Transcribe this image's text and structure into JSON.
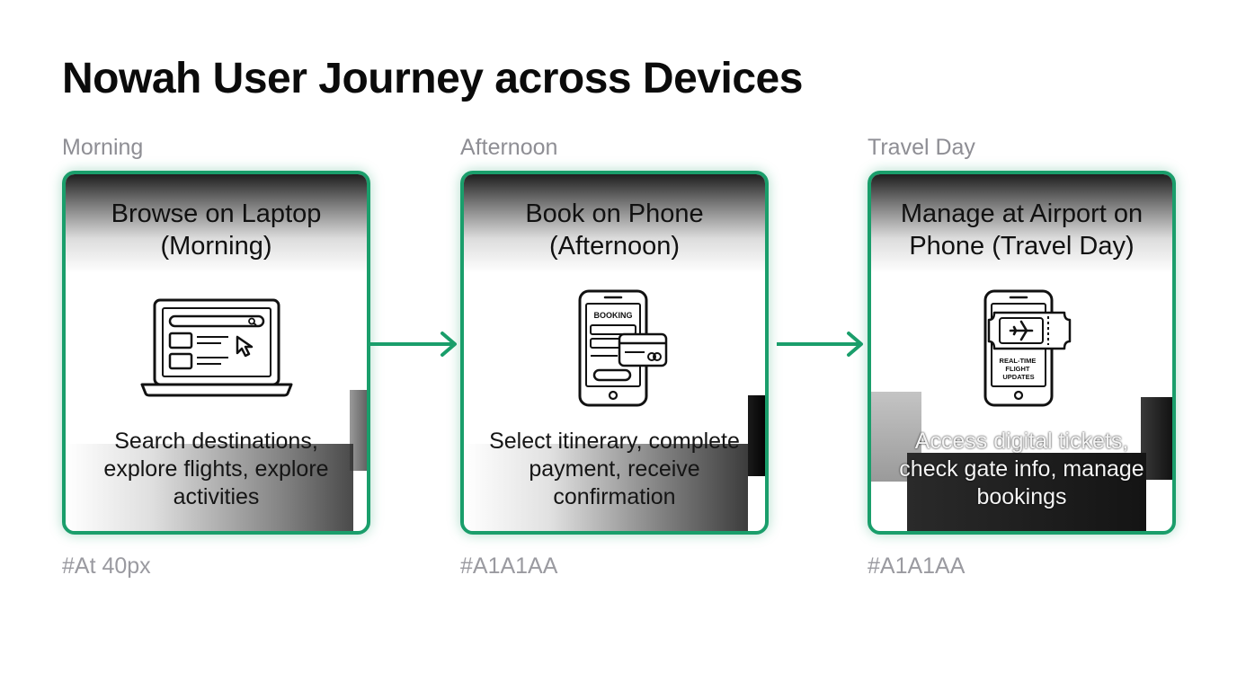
{
  "title": "Nowah User Journey across Devices",
  "colors": {
    "accent": "#1a9e6b",
    "caption": "#A1A1AA",
    "phase_label": "#8e8e94"
  },
  "stages": [
    {
      "phase": "Morning",
      "card_title": "Browse on Laptop (Morning)",
      "icon": "laptop-browser-icon",
      "description": "Search destinations, explore flights, explore activities",
      "caption": "#At 40px"
    },
    {
      "phase": "Afternoon",
      "card_title": "Book on Phone (Afternoon)",
      "icon": "phone-booking-icon",
      "icon_label": "BOOKING",
      "description": "Select itinerary, complete payment, receive confirmation",
      "caption": "#A1A1AA"
    },
    {
      "phase": "Travel Day",
      "card_title": "Manage at Airport on Phone (Travel Day)",
      "icon": "phone-ticket-icon",
      "icon_label": "REAL-TIME FLIGHT UPDATES",
      "description": "Access digital tickets, check gate info, manage bookings",
      "caption": "#A1A1AA"
    }
  ]
}
